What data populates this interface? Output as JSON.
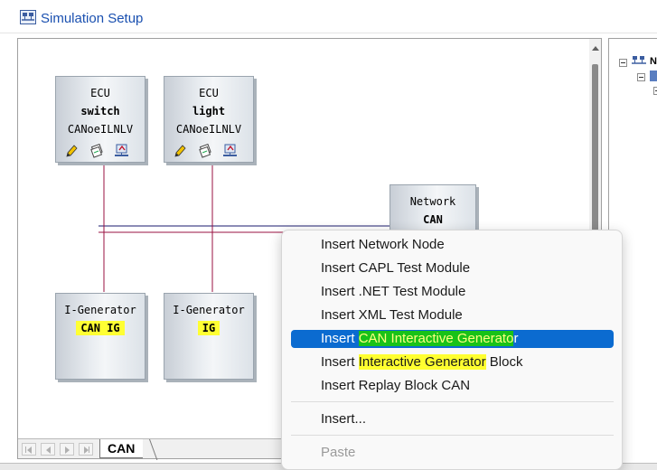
{
  "window": {
    "title": "Simulation Setup",
    "icon": "network-setup-icon"
  },
  "blocks": {
    "ecu_switch": {
      "line1": "ECU",
      "line2": "switch",
      "line3": "CANoeILNLV"
    },
    "ecu_light": {
      "line1": "ECU",
      "line2": "light",
      "line3": "CANoeILNLV"
    },
    "network": {
      "line1": "Network",
      "line2": "CAN"
    },
    "igen_can": {
      "line1": "I-Generator",
      "line2": "CAN IG"
    },
    "igen_ig": {
      "line1": "I-Generator",
      "line2": "IG"
    }
  },
  "tabs": {
    "active": "CAN"
  },
  "tree": {
    "node1": "N"
  },
  "context_menu": {
    "items": [
      {
        "label": "Insert Network Node"
      },
      {
        "label": "Insert CAPL Test Module"
      },
      {
        "label": "Insert .NET Test Module"
      },
      {
        "label": "Insert XML Test Module"
      },
      {
        "label_pre": "Insert ",
        "label_hl": "CAN Interactive Generato",
        "label_post": "r",
        "selected": true
      },
      {
        "label_pre": "Insert ",
        "label_hl": "Interactive Generator",
        "label_post": " Block"
      },
      {
        "label": "Insert Replay Block CAN"
      },
      {
        "label": "Insert..."
      },
      {
        "label": "Paste",
        "disabled": true
      }
    ]
  },
  "colors": {
    "title_text": "#1a50b0",
    "selection": "#0b6bd0",
    "highlight_yellow": "#ffff33",
    "highlight_green": "#18c218",
    "bus_line_blue": "#1a1a6e",
    "bus_line_red": "#9a1040"
  }
}
